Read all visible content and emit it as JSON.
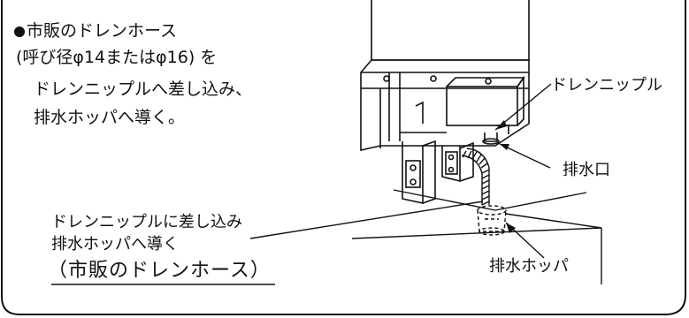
{
  "instructions": {
    "line1": "市販のドレンホース",
    "line2": "(呼び径φ14またはφ16) を",
    "line3": "ドレンニップルへ差し込み、",
    "line4": "排水ホッパへ導く。"
  },
  "labels": {
    "drain_nipple": "ドレンニップル",
    "drain_outlet": "排水口",
    "hopper": "排水ホッパ",
    "hose_note_line1": "ドレンニップルに差し込み",
    "hose_note_line2": "排水ホッパへ導く",
    "hose_note_line3": "（市販のドレンホース）"
  }
}
